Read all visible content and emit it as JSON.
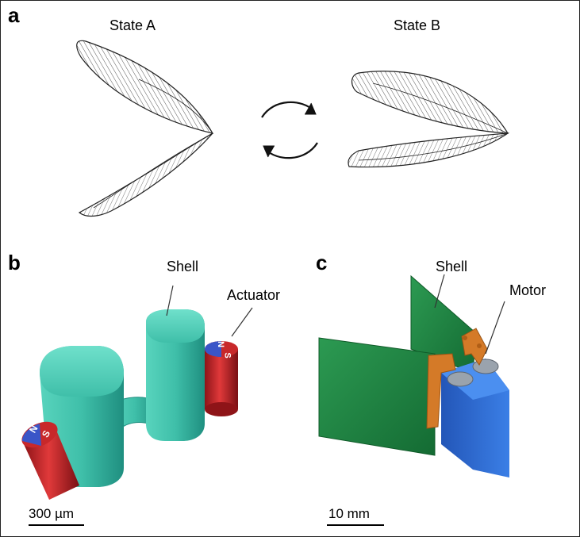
{
  "panels": {
    "a": {
      "letter": "a",
      "state_a_label": "State A",
      "state_b_label": "State B"
    },
    "b": {
      "letter": "b",
      "shell_label": "Shell",
      "actuator_label": "Actuator",
      "magnet_north": "N",
      "magnet_south": "S",
      "scale_label": "300 µm"
    },
    "c": {
      "letter": "c",
      "shell_label": "Shell",
      "motor_label": "Motor",
      "scale_label": "10 mm"
    }
  },
  "colors": {
    "teal_body": "#3fbfa9",
    "magnet_red": "#c8282a",
    "magnet_blue": "#3a55c8",
    "plate_green": "#1f8a44",
    "hinge_orange": "#d47a28",
    "motor_blue": "#2e6bd1",
    "motor_grey": "#9aa3ad"
  }
}
